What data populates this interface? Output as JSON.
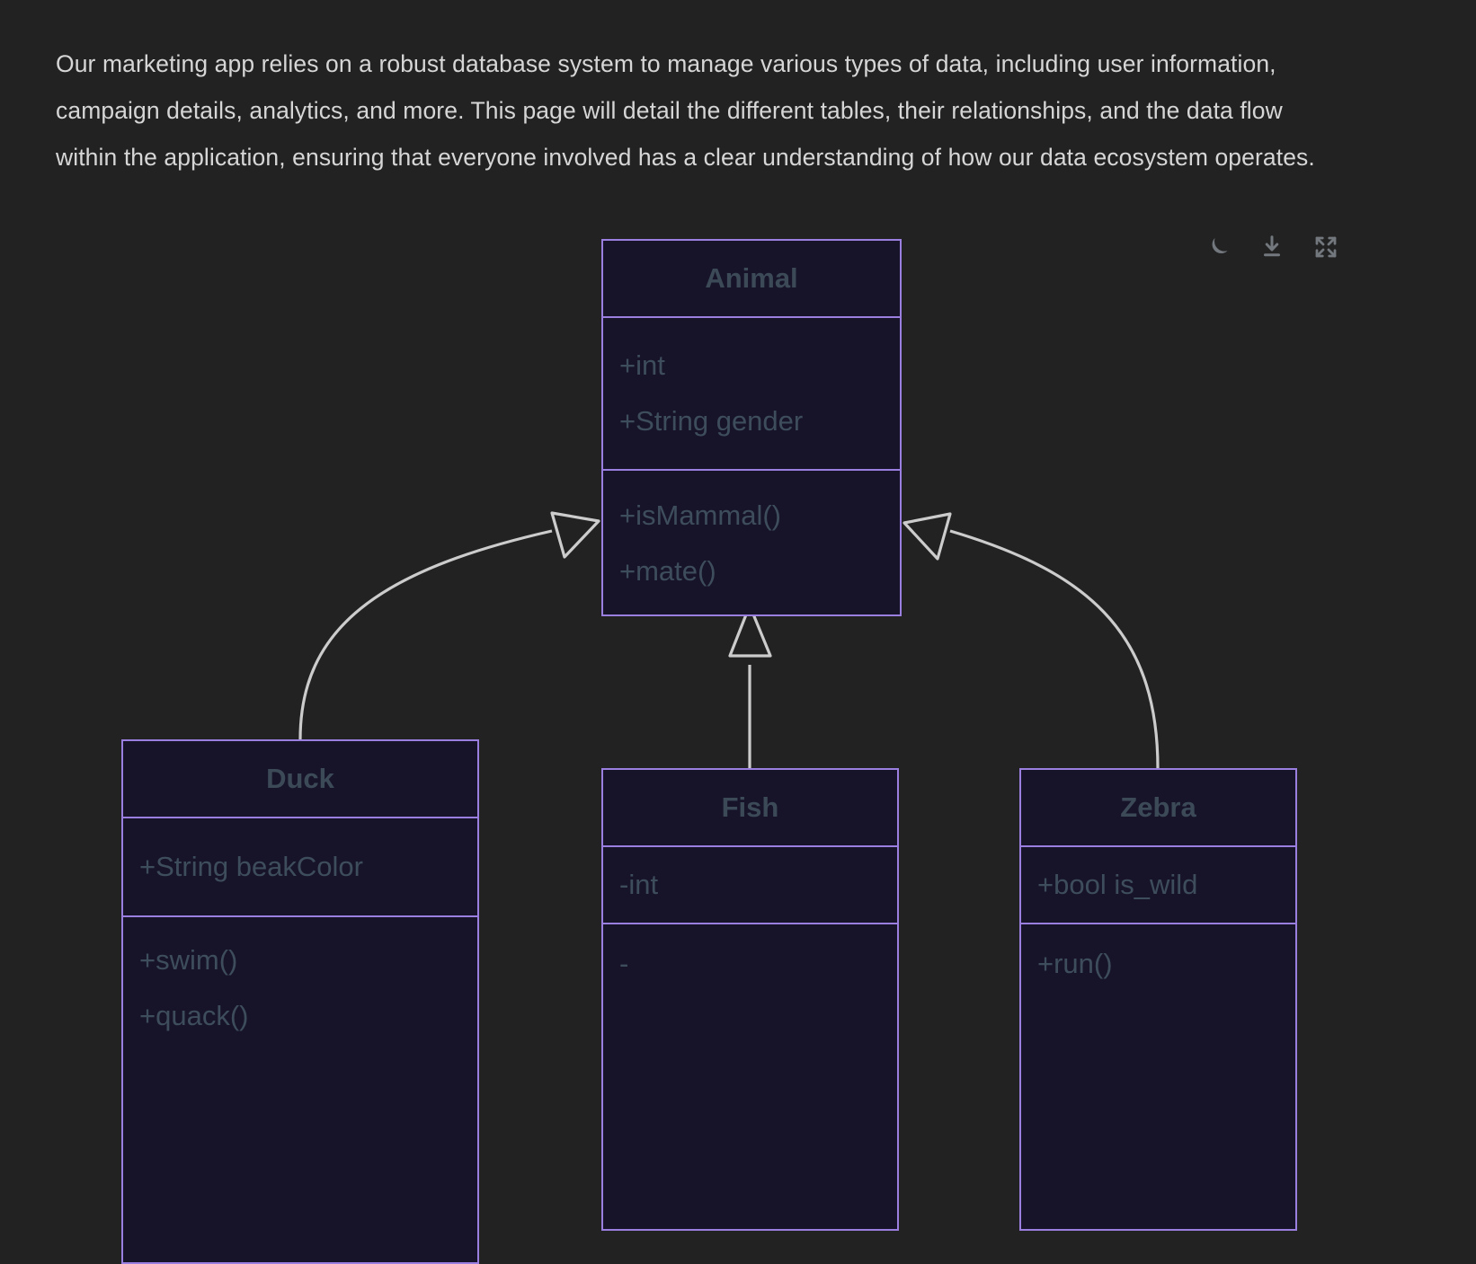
{
  "intro": {
    "paragraph": "Our marketing app relies on a robust database system to manage various types of data, including user information, campaign details, analytics, and more. This page will detail the different tables, their relationships, and the data flow within the application, ensuring that everyone involved has a clear understanding of how our data ecosystem operates."
  },
  "toolbar": {
    "items": [
      {
        "name": "dark-mode-icon",
        "label": "Toggle dark mode"
      },
      {
        "name": "download-icon",
        "label": "Download diagram"
      },
      {
        "name": "fullscreen-icon",
        "label": "Fullscreen"
      }
    ]
  },
  "colors": {
    "page_background": "#222222",
    "class_background": "#17142a",
    "class_border": "#9a7fe0",
    "class_text": "#3e4d5b",
    "paragraph_text": "#d6d6d6",
    "connector": "#cccccc"
  },
  "diagram": {
    "type": "uml-class-diagram",
    "classes": [
      {
        "name": "Animal",
        "attributes": [
          "+int",
          "+String gender"
        ],
        "methods": [
          "+isMammal()",
          "+mate()"
        ]
      },
      {
        "name": "Duck",
        "attributes": [
          "+String beakColor"
        ],
        "methods": [
          "+swim()",
          "+quack()"
        ]
      },
      {
        "name": "Fish",
        "attributes": [
          "-int"
        ],
        "methods": [
          "-"
        ]
      },
      {
        "name": "Zebra",
        "attributes": [
          "+bool is_wild"
        ],
        "methods": [
          "+run()"
        ]
      }
    ],
    "relationships": [
      {
        "from": "Duck",
        "to": "Animal",
        "type": "inheritance"
      },
      {
        "from": "Fish",
        "to": "Animal",
        "type": "inheritance"
      },
      {
        "from": "Zebra",
        "to": "Animal",
        "type": "inheritance"
      }
    ]
  }
}
